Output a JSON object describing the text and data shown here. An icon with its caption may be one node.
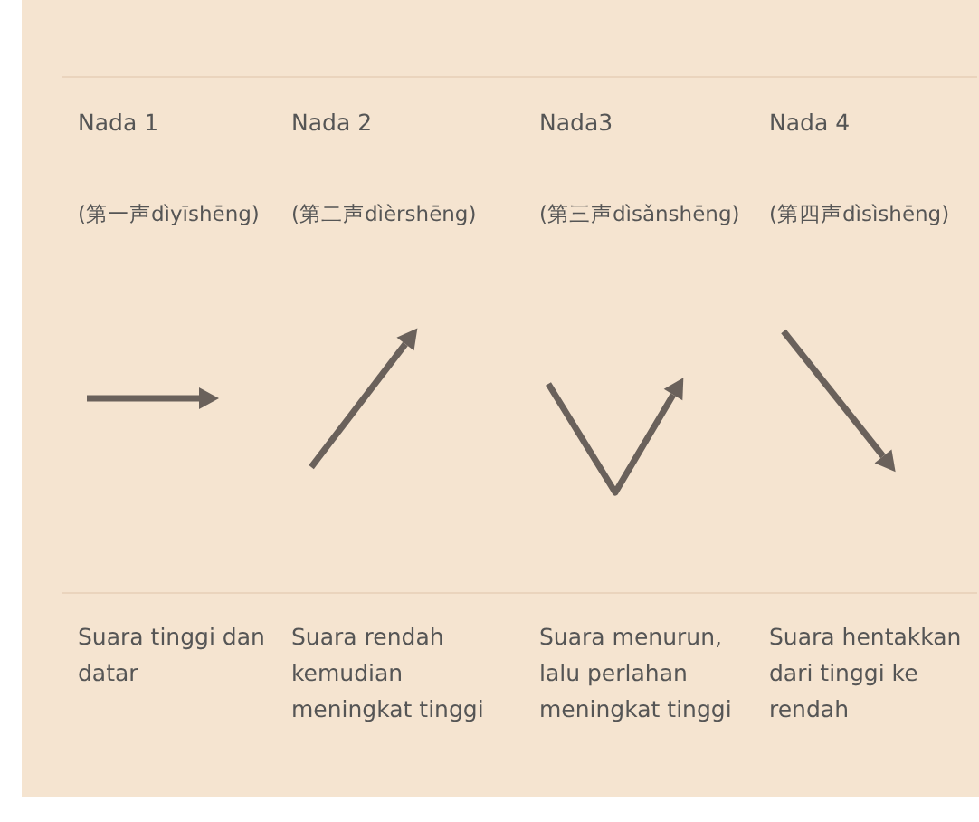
{
  "diagram": {
    "labels": [
      "Nada 1",
      "Nada 2",
      "Nada3",
      "Nada 4",
      "(第一声dìyīshēng)",
      "(第二声dìèrshēng)",
      "(第三声dìsǎnshēng)",
      "(第四声dìsìshēng)",
      "Suara tinggi dan datar",
      "Suara rendah kemudian meningkat tinggi",
      "Suara menurun, lalu perlahan meningkat tinggi",
      "Suara hentakkan dari tinggi ke rendah"
    ]
  }
}
